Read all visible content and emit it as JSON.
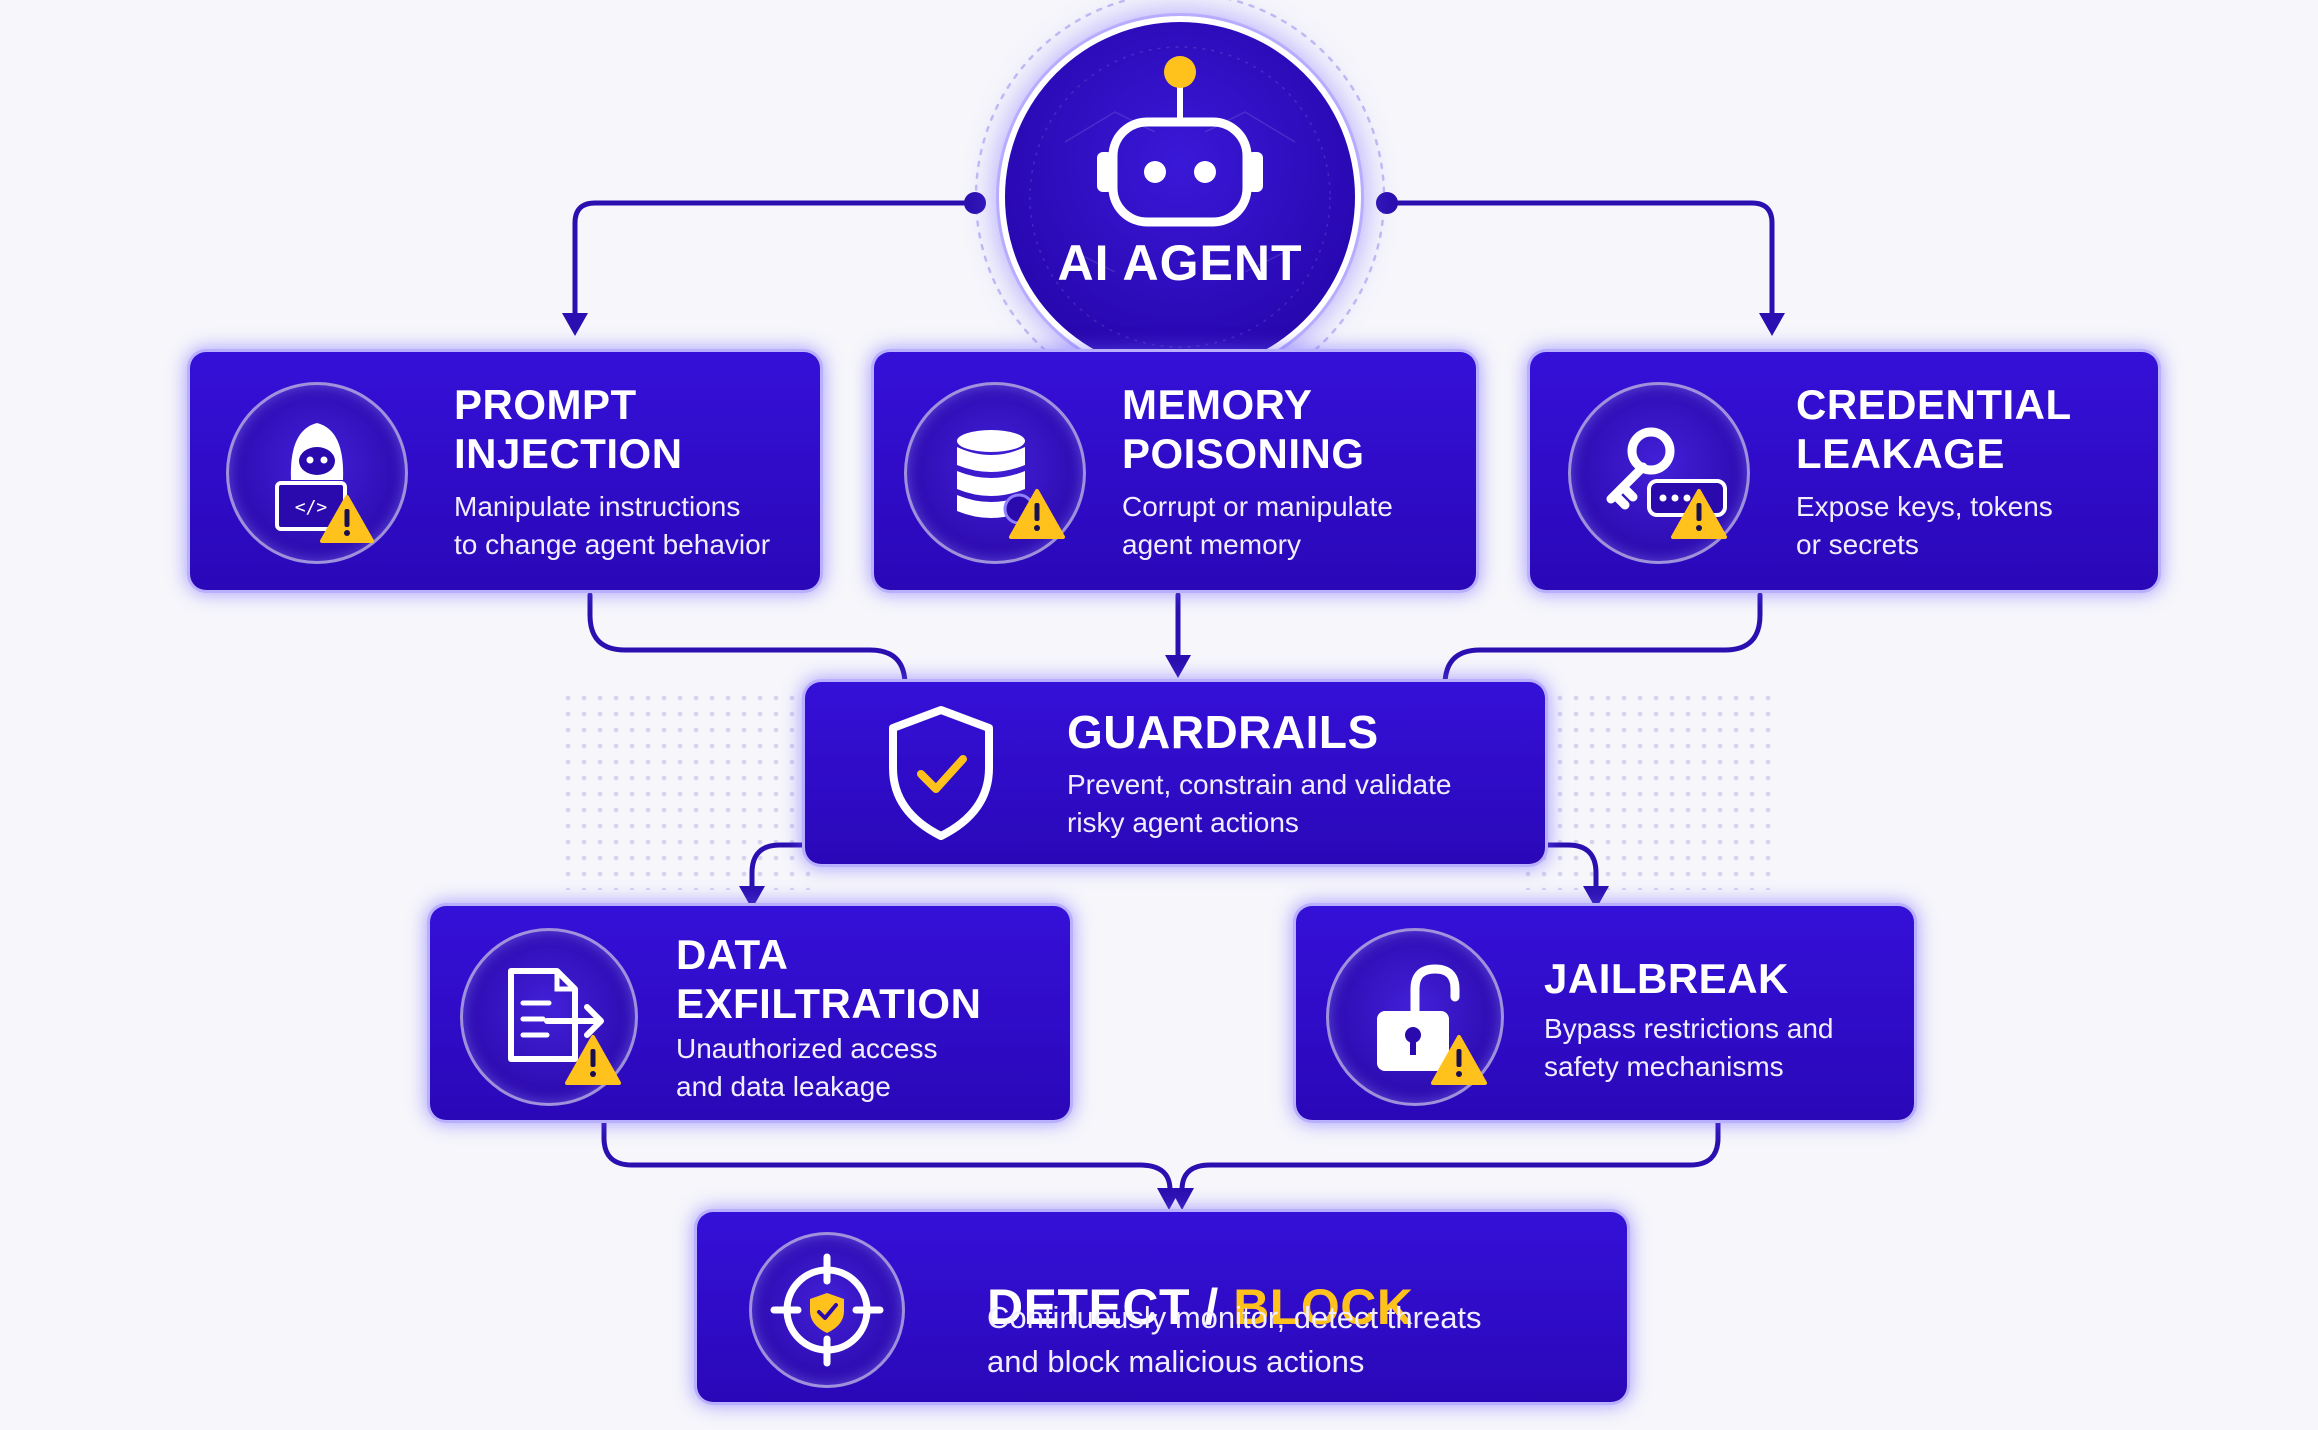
{
  "agent": {
    "label": "AI AGENT"
  },
  "threats_top": [
    {
      "title": "PROMPT\nINJECTION",
      "desc": "Manipulate instructions\nto change agent behavior",
      "icon": "hacker-icon"
    },
    {
      "title": "MEMORY\nPOISONING",
      "desc": "Corrupt or manipulate\nagent memory",
      "icon": "database-icon"
    },
    {
      "title": "CREDENTIAL\nLEAKAGE",
      "desc": "Expose keys, tokens\nor secrets",
      "icon": "key-icon"
    }
  ],
  "guardrails": {
    "title": "GUARDRAILS",
    "desc": "Prevent, constrain and validate\nrisky agent actions",
    "icon": "shield-check-icon"
  },
  "threats_bottom": [
    {
      "title": "DATA\nEXFILTRATION",
      "desc": "Unauthorized access\nand data leakage",
      "icon": "file-export-icon"
    },
    {
      "title": "JAILBREAK",
      "desc": "Bypass restrictions and\nsafety mechanisms",
      "icon": "unlocked-padlock-icon"
    }
  ],
  "detect": {
    "title_part1": "DETECT / ",
    "title_part2": "BLOCK",
    "desc": "Continuously monitor, detect threats\nand block malicious actions",
    "icon": "target-shield-icon"
  },
  "colors": {
    "card": "#2a08b8",
    "accent": "#ffc21c",
    "connector": "#2b0fb0",
    "background": "#f6f6fb"
  }
}
